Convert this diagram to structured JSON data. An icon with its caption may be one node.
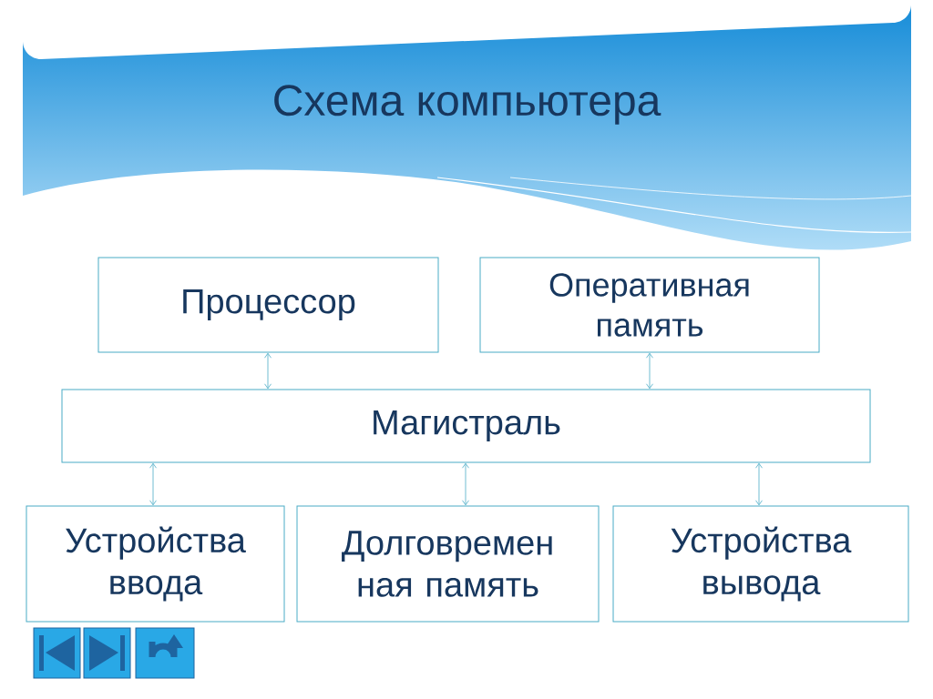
{
  "diagram": {
    "title": "Схема компьютера",
    "nodes": [
      {
        "text": [
          "Процессор"
        ]
      },
      {
        "text": [
          "Оперативная память"
        ]
      },
      {
        "text": [
          "Магистраль"
        ]
      },
      {
        "text": [
          "Устройства ввода"
        ]
      },
      {
        "text": [
          "Долговремен ная память"
        ]
      },
      {
        "text": [
          "Устройства вывода"
        ]
      }
    ],
    "edges": [
      {
        "from": 0,
        "to": 2,
        "arrow": "both"
      },
      {
        "from": 1,
        "to": 2,
        "arrow": "both"
      },
      {
        "from": 2,
        "to": 3,
        "arrow": "both"
      },
      {
        "from": 2,
        "to": 4,
        "arrow": "both"
      },
      {
        "from": 2,
        "to": 5,
        "arrow": "both"
      }
    ]
  }
}
